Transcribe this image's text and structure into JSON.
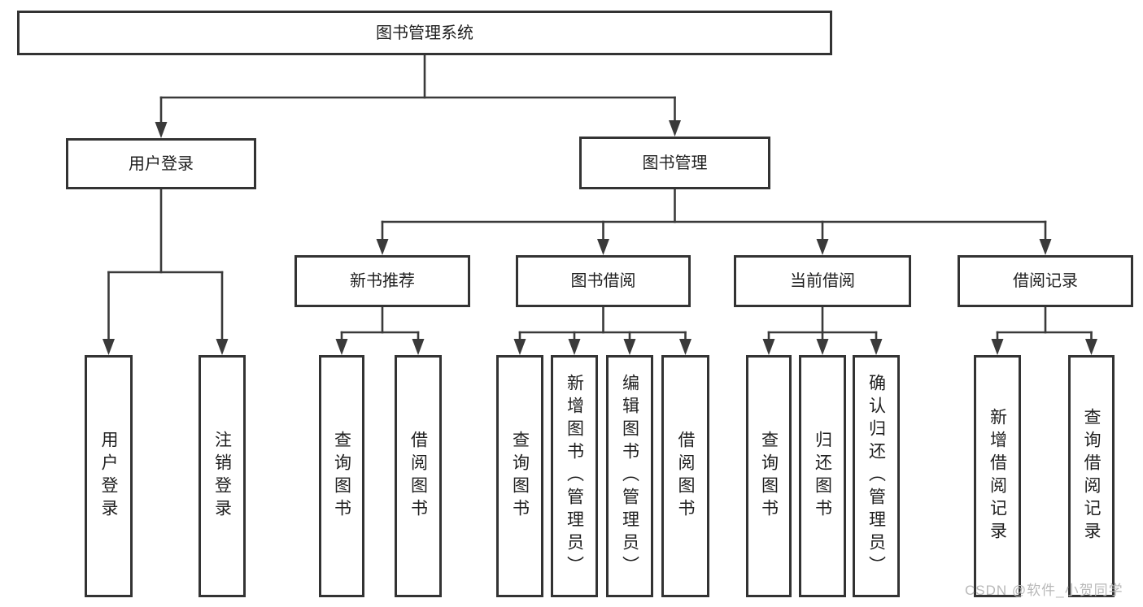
{
  "diagram": {
    "title": "图书管理系统",
    "watermark": "CSDN @软件_小贺同学",
    "colors": {
      "line": "#3a3a3a",
      "box_border": "#333333",
      "box_fill": "#ffffff",
      "text": "#1f1f1f",
      "watermark": "#b8b8b8"
    },
    "nodes": [
      {
        "id": "root",
        "label": "图书管理系统",
        "vertical": false,
        "children": [
          "user-login",
          "book-mgmt"
        ]
      },
      {
        "id": "user-login",
        "label": "用户登录",
        "vertical": false,
        "children": [
          "ul-login",
          "ul-logout"
        ]
      },
      {
        "id": "book-mgmt",
        "label": "图书管理",
        "vertical": false,
        "children": [
          "new-book",
          "book-borrow",
          "current-borrow",
          "borrow-records"
        ]
      },
      {
        "id": "new-book",
        "label": "新书推荐",
        "vertical": false,
        "children": [
          "nb-query",
          "nb-borrow"
        ]
      },
      {
        "id": "book-borrow",
        "label": "图书借阅",
        "vertical": false,
        "children": [
          "bb-query",
          "bb-add",
          "bb-edit",
          "bb-borrow"
        ]
      },
      {
        "id": "current-borrow",
        "label": "当前借阅",
        "vertical": false,
        "children": [
          "cb-query",
          "cb-return",
          "cb-confirm"
        ]
      },
      {
        "id": "borrow-records",
        "label": "借阅记录",
        "vertical": false,
        "children": [
          "br-add",
          "br-query"
        ]
      },
      {
        "id": "ul-login",
        "label": "用户登录",
        "vertical": true,
        "children": []
      },
      {
        "id": "ul-logout",
        "label": "注销登录",
        "vertical": true,
        "children": []
      },
      {
        "id": "nb-query",
        "label": "查询图书",
        "vertical": true,
        "children": []
      },
      {
        "id": "nb-borrow",
        "label": "借阅图书",
        "vertical": true,
        "children": []
      },
      {
        "id": "bb-query",
        "label": "查询图书",
        "vertical": true,
        "children": []
      },
      {
        "id": "bb-add",
        "label": "新增图书（管理员）",
        "vertical": true,
        "children": []
      },
      {
        "id": "bb-edit",
        "label": "编辑图书（管理员）",
        "vertical": true,
        "children": []
      },
      {
        "id": "bb-borrow",
        "label": "借阅图书",
        "vertical": true,
        "children": []
      },
      {
        "id": "cb-query",
        "label": "查询图书",
        "vertical": true,
        "children": []
      },
      {
        "id": "cb-return",
        "label": "归还图书",
        "vertical": true,
        "children": []
      },
      {
        "id": "cb-confirm",
        "label": "确认归还（管理员）",
        "vertical": true,
        "children": []
      },
      {
        "id": "br-add",
        "label": "新增借阅记录",
        "vertical": true,
        "children": []
      },
      {
        "id": "br-query",
        "label": "查询借阅记录",
        "vertical": true,
        "children": []
      }
    ]
  }
}
